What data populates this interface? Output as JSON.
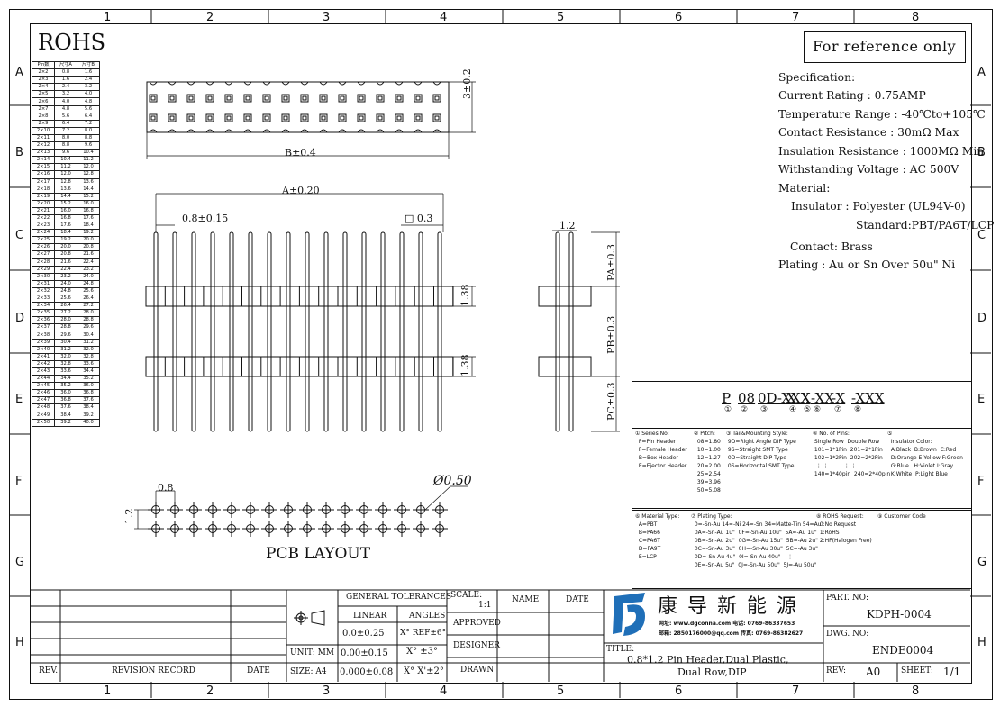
{
  "grid": {
    "cols": [
      "1",
      "2",
      "3",
      "4",
      "5",
      "6",
      "7",
      "8"
    ],
    "rows": [
      "A",
      "B",
      "C",
      "D",
      "E",
      "F",
      "G",
      "H"
    ]
  },
  "rohs": {
    "title": "ROHS",
    "headers": [
      "Pin数",
      "尺寸A",
      "尺寸B"
    ],
    "rows": [
      [
        "2×2",
        "0.8",
        "1.6"
      ],
      [
        "2×3",
        "1.6",
        "2.4"
      ],
      [
        "2×4",
        "2.4",
        "3.2"
      ],
      [
        "2×5",
        "3.2",
        "4.0"
      ],
      [
        "2×6",
        "4.0",
        "4.8"
      ],
      [
        "2×7",
        "4.8",
        "5.6"
      ],
      [
        "2×8",
        "5.6",
        "6.4"
      ],
      [
        "2×9",
        "6.4",
        "7.2"
      ],
      [
        "2×10",
        "7.2",
        "8.0"
      ],
      [
        "2×11",
        "8.0",
        "8.8"
      ],
      [
        "2×12",
        "8.8",
        "9.6"
      ],
      [
        "2×13",
        "9.6",
        "10.4"
      ],
      [
        "2×14",
        "10.4",
        "11.2"
      ],
      [
        "2×15",
        "11.2",
        "12.0"
      ],
      [
        "2×16",
        "12.0",
        "12.8"
      ],
      [
        "2×17",
        "12.8",
        "13.6"
      ],
      [
        "2×18",
        "13.6",
        "14.4"
      ],
      [
        "2×19",
        "14.4",
        "15.2"
      ],
      [
        "2×20",
        "15.2",
        "16.0"
      ],
      [
        "2×21",
        "16.0",
        "16.8"
      ],
      [
        "2×22",
        "16.8",
        "17.6"
      ],
      [
        "2×23",
        "17.6",
        "18.4"
      ],
      [
        "2×24",
        "18.4",
        "19.2"
      ],
      [
        "2×25",
        "19.2",
        "20.0"
      ],
      [
        "2×26",
        "20.0",
        "20.8"
      ],
      [
        "2×27",
        "20.8",
        "21.6"
      ],
      [
        "2×28",
        "21.6",
        "22.4"
      ],
      [
        "2×29",
        "22.4",
        "23.2"
      ],
      [
        "2×30",
        "23.2",
        "24.0"
      ],
      [
        "2×31",
        "24.0",
        "24.8"
      ],
      [
        "2×32",
        "24.8",
        "25.6"
      ],
      [
        "2×33",
        "25.6",
        "26.4"
      ],
      [
        "2×34",
        "26.4",
        "27.2"
      ],
      [
        "2×35",
        "27.2",
        "28.0"
      ],
      [
        "2×36",
        "28.0",
        "28.8"
      ],
      [
        "2×37",
        "28.8",
        "29.6"
      ],
      [
        "2×38",
        "29.6",
        "30.4"
      ],
      [
        "2×39",
        "30.4",
        "31.2"
      ],
      [
        "2×40",
        "31.2",
        "32.0"
      ],
      [
        "2×41",
        "32.0",
        "32.8"
      ],
      [
        "2×42",
        "32.8",
        "33.6"
      ],
      [
        "2×43",
        "33.6",
        "34.4"
      ],
      [
        "2×44",
        "34.4",
        "35.2"
      ],
      [
        "2×45",
        "35.2",
        "36.0"
      ],
      [
        "2×46",
        "36.0",
        "36.8"
      ],
      [
        "2×47",
        "36.8",
        "37.6"
      ],
      [
        "2×48",
        "37.6",
        "38.4"
      ],
      [
        "2×49",
        "38.4",
        "39.2"
      ],
      [
        "2×50",
        "39.2",
        "40.0"
      ]
    ]
  },
  "reference": "For reference only",
  "spec": {
    "title": "Specification:",
    "current": "Current Rating : 0.75AMP",
    "temperature": "Temperature Range : -40℃to+105℃",
    "contact_resistance": "Contact Resistance : 30mΩ Max",
    "insulation_resistance": "Insulation Resistance : 1000MΩ Min",
    "voltage": "Withstanding Voltage : AC 500V",
    "material": "Material:",
    "insulator": "Insulator : Polyester (UL94V-0)",
    "standard": "Standard:PBT/PA6T/LCP",
    "contact": "Contact: Brass",
    "plating": "Plating : Au or Sn Over 50u\" Ni"
  },
  "dims": {
    "height": "3±0.2",
    "b": "B±0.4",
    "a": "A±0.20",
    "pitch": "0.8±0.15",
    "square": "□ 0.3",
    "width": "1.2",
    "pa": "PA±0.3",
    "pb": "PB±0.3",
    "pc": "PC±0.3",
    "h138a": "1.38",
    "h138b": "1.38",
    "pcb_pitch": "0.8",
    "pcb_row": "1.2",
    "hole": "Ø0.50",
    "pcb_title": "PCB  LAYOUT"
  },
  "partcode": {
    "code": [
      "P",
      "08",
      "0D-XXX",
      "X",
      "X",
      "-XX",
      "-X",
      "-XXX"
    ],
    "nums": [
      "①",
      "②",
      "③",
      "④",
      "⑤",
      "⑥",
      "⑦",
      "⑧"
    ],
    "series": "① Series No:\n  P=Pin Header\n  F=Female Header\n  B=Box Header\n  E=Ejector Header",
    "pitch": "② Pitch:\n  08=1.80\n  10=1.00\n  12=1.27\n  20=2.00\n  25=2.54\n  39=3.96\n  50=5.08",
    "tail": "③ Tail&Mounting Style:\n 9D=Right Angle DIP Type\n 9S=Straight SMT Type\n 0D=Straight DIP Type\n 0S=Horizontal SMT Type",
    "pins": "④ No. of Pins:\n Single Row  Double Row\n 101=1*1Pin  201=2*1Pin\n 102=1*2Pin  202=2*2Pin\n  ⋮ ⋮         ⋮ ⋮\n 140=1*40pin  240=2*40pin",
    "color": "⑤\n  Insulator Color:\n  A:Black  B:Brown  C:Red\n  D:Orange E:Yellow F:Green\n  G:Blue   H:Violet I:Gray\n  K:White  P:Light Blue",
    "material": "⑥ Material Type:\n  A=PBT\n  B=PA66\n  C=PA6T\n  D=PA9T\n  E=LCP",
    "plating": "⑦ Plating Type:\n  0=-Sn-Au 14=-Ni 24=-Sn 34=Matte-Tin 54=Au\n  0A=-Sn-Au 1u\"  0F=-Sn-Au 10u\"  5A=-Au 1u\"\n  0B=-Sn-Au 2u\"  0G=-Sn-Au 15u\"  5B=-Au 2u\"\n  0C=-Sn-Au 3u\"  0H=-Sn-Au 30u\"  5C=-Au 3u\"\n  0D=-Sn-Au 4u\"  0I=-Sn-Au 40u\"    ⋮\n  0E=-Sn-Au 5u\"  0J=-Sn-Au 50u\"  5J=-Au 50u\"",
    "rohs": "⑧ ROHS Request:\n  0:No Request\n  1:RoHS\n  2:HF(Halogen Free)",
    "customer": "⑨ Customer Code"
  },
  "titleblock": {
    "general_tol": "GENERAL TOLERANCES",
    "linear": "LINEAR",
    "angles": "ANGLES",
    "lin1": "0.0±0.25",
    "lin2": "0.00±0.15",
    "lin3": "0.000±0.08",
    "ang1": "X° REF±6°",
    "ang2": "X° ±3°",
    "ang3": "X° X'±2°",
    "unit": "UNIT: MM",
    "size": "SIZE: A4",
    "scale_label": "SCALE:",
    "scale_value": "1:1",
    "name": "NAME",
    "date": "DATE",
    "approved": "APPROVED",
    "designer": "DESIGNER",
    "drawn": "DRAWN",
    "rev": "REV.",
    "revision_record": "REVISION RECORD",
    "rev_date": "DATE",
    "company": "康 导 新 能 源",
    "company_line1": "网址: www.dgconna.com  电话: 0769-86337653",
    "company_line2": "邮箱: 2850176000@qq.com  传真: 0769-86382627",
    "title_label": "TITLE:",
    "title_line1": "0.8*1.2 Pin Header,Dual Plastic,",
    "title_line2": "Dual Row,DIP",
    "part_no_label": "PART. NO:",
    "part_no": "KDPH-0004",
    "dwg_no_label": "DWG. NO:",
    "dwg_no": "ENDE0004",
    "rev_label": "REV:",
    "rev_value": "A0",
    "sheet_label": "SHEET:",
    "sheet_value": "1/1"
  }
}
